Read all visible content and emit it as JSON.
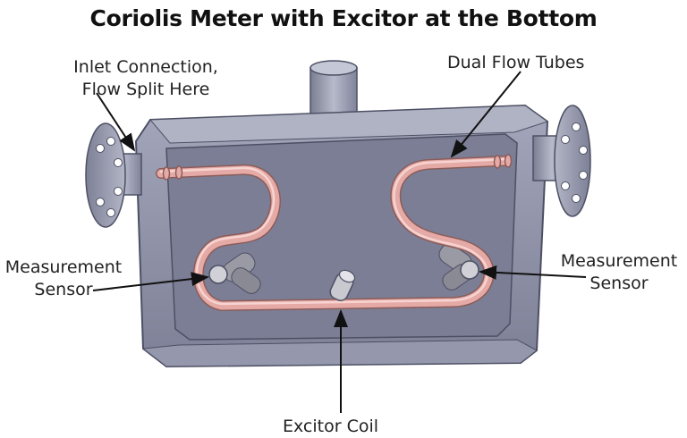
{
  "title": "Coriolis Meter with Excitor at the Bottom",
  "labels": {
    "inlet_line1": "Inlet Connection,",
    "inlet_line2": "Flow Split Here",
    "dual_flow_tubes": "Dual Flow Tubes",
    "measurement_sensor_left_line1": "Measurement",
    "measurement_sensor_left_line2": "Sensor",
    "measurement_sensor_right_line1": "Measurement",
    "measurement_sensor_right_line2": "Sensor",
    "excitor_coil": "Excitor Coil"
  },
  "colors": {
    "housing": "#8f92a8",
    "housing_inner": "#7f8298",
    "housing_dark": "#5c5f74",
    "tube": "#e6aaa6",
    "tube_dark": "#b87c79",
    "sensor": "#9a9aa4",
    "sensor_light": "#d0d0d6"
  }
}
